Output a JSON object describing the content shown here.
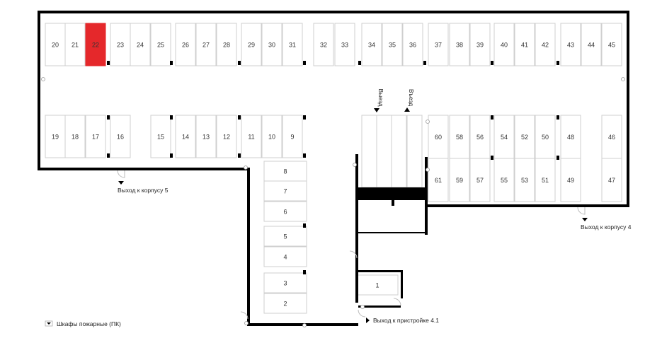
{
  "selected_spot": "22",
  "spots": {
    "top_row": [
      "20",
      "21",
      "22",
      "23",
      "24",
      "25",
      "26",
      "27",
      "28",
      "29",
      "30",
      "31",
      "32",
      "33",
      "34",
      "35",
      "36",
      "37",
      "38",
      "39",
      "40",
      "41",
      "42",
      "43",
      "44",
      "45"
    ],
    "middle_left": [
      "19",
      "18",
      "17",
      "16",
      "15",
      "14",
      "13",
      "12",
      "11",
      "10",
      "9"
    ],
    "middle_right_upper": [
      "60",
      "58",
      "56",
      "54",
      "52",
      "50",
      "48",
      "46"
    ],
    "middle_right_lower": [
      "61",
      "59",
      "57",
      "55",
      "53",
      "51",
      "49",
      "47"
    ],
    "corridor": [
      "8",
      "7",
      "6",
      "5",
      "4",
      "3",
      "2"
    ],
    "annex": [
      "1"
    ]
  },
  "ramp_labels": {
    "exit": "Выезд",
    "entry": "Въезд"
  },
  "exits": {
    "building5": "Выход к корпусу 5",
    "building4": "Выход к корпусу 4",
    "annex41": "Выход к пристройке 4.1"
  },
  "legend": {
    "fire_cabinets": "Шкафы пожарные (ПК)"
  },
  "colors": {
    "selected": "#e5282b",
    "wall": "#000000",
    "spot_border": "#cfcfcf"
  }
}
